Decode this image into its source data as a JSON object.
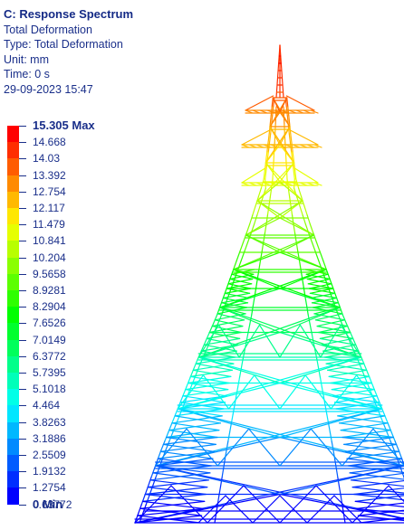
{
  "result": {
    "title": "C: Response Spectrum",
    "subtitle": "Total Deformation",
    "type": "Type: Total Deformation",
    "unit": "Unit: mm",
    "time": "Time: 0 s",
    "timestamp": "29-09-2023 15:47"
  },
  "legend": {
    "max_label": "15.305 Max",
    "min_label": "0 Min",
    "values": [
      "14.668",
      "14.03",
      "13.392",
      "12.754",
      "12.117",
      "11.479",
      "10.841",
      "10.204",
      "9.5658",
      "8.9281",
      "8.2904",
      "7.6526",
      "7.0149",
      "6.3772",
      "5.7395",
      "5.1018",
      "4.464",
      "3.8263",
      "3.1886",
      "2.5509",
      "1.9132",
      "1.2754",
      "0.63772"
    ],
    "colors": [
      "#ff0000",
      "#ff2e00",
      "#ff5c00",
      "#ff8a00",
      "#ffb900",
      "#ffe700",
      "#e6ff00",
      "#b8ff00",
      "#8aff00",
      "#5cff00",
      "#2eff00",
      "#00ff00",
      "#00ff2e",
      "#00ff5c",
      "#00ff8a",
      "#00ffb9",
      "#00ffe7",
      "#00e6ff",
      "#00b8ff",
      "#008aff",
      "#005cff",
      "#002eff",
      "#0000ff"
    ]
  }
}
